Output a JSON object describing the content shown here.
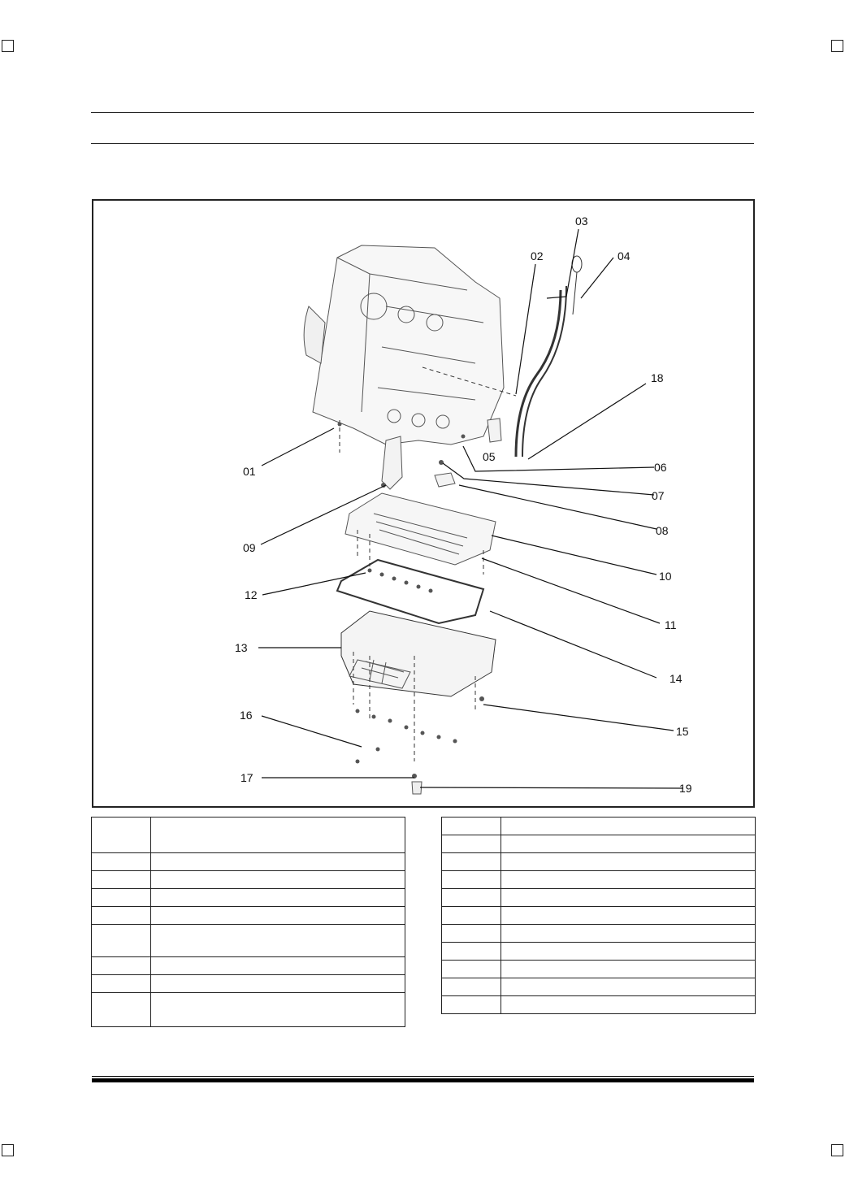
{
  "diagram": {
    "callouts": [
      "01",
      "02",
      "03",
      "04",
      "05",
      "06",
      "07",
      "08",
      "09",
      "10",
      "11",
      "12",
      "13",
      "14",
      "15",
      "16",
      "17",
      "18",
      "19"
    ]
  },
  "parts_table_left": {
    "rows": [
      {
        "num": "",
        "desc": ""
      },
      {
        "num": "",
        "desc": ""
      },
      {
        "num": "",
        "desc": ""
      },
      {
        "num": "",
        "desc": ""
      },
      {
        "num": "",
        "desc": ""
      },
      {
        "num": "",
        "desc": ""
      },
      {
        "num": "",
        "desc": ""
      },
      {
        "num": "",
        "desc": ""
      },
      {
        "num": "",
        "desc": ""
      }
    ]
  },
  "parts_table_right": {
    "rows": [
      {
        "num": "",
        "desc": ""
      },
      {
        "num": "",
        "desc": ""
      },
      {
        "num": "",
        "desc": ""
      },
      {
        "num": "",
        "desc": ""
      },
      {
        "num": "",
        "desc": ""
      },
      {
        "num": "",
        "desc": ""
      },
      {
        "num": "",
        "desc": ""
      },
      {
        "num": "",
        "desc": ""
      },
      {
        "num": "",
        "desc": ""
      },
      {
        "num": "",
        "desc": ""
      },
      {
        "num": "",
        "desc": ""
      }
    ]
  }
}
